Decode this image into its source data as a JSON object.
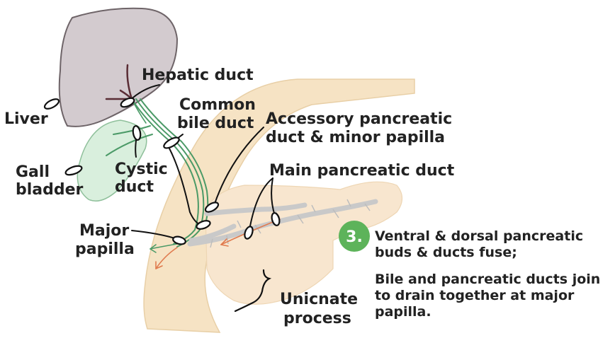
{
  "labels": {
    "liver": "Liver",
    "hepatic_duct": "Hepatic duct",
    "common_bile_duct_line1": "Common",
    "common_bile_duct_line2": "bile duct",
    "accessory_line1": "Accessory pancreatic",
    "accessory_line2": "duct & minor papilla",
    "gall_bladder_line1": "Gall",
    "gall_bladder_line2": "bladder",
    "cystic_duct_line1": "Cystic",
    "cystic_duct_line2": "duct",
    "main_pancreatic_duct": "Main pancreatic duct",
    "major_papilla_line1": "Major",
    "major_papilla_line2": "papilla",
    "unicnate_line1": "Unicnate",
    "unicnate_line2": "process"
  },
  "step": {
    "number": "3.",
    "line1": "Ventral & dorsal pancreatic",
    "line2": "buds & ducts fuse;",
    "line3": "Bile and pancreatic ducts join",
    "line4": "to drain together at major",
    "line5": "papilla."
  },
  "colors": {
    "liver": "#d3cbcf",
    "gall_bladder": "#d9efdd",
    "duodenum": "#f6e3c4",
    "pancreas": "#f8e6cf",
    "bile_ducts": "#4b9a67",
    "pancreatic_ducts": "#c9c9c9",
    "arrow_orange": "#e07b4f",
    "step_badge": "#5db35a"
  }
}
